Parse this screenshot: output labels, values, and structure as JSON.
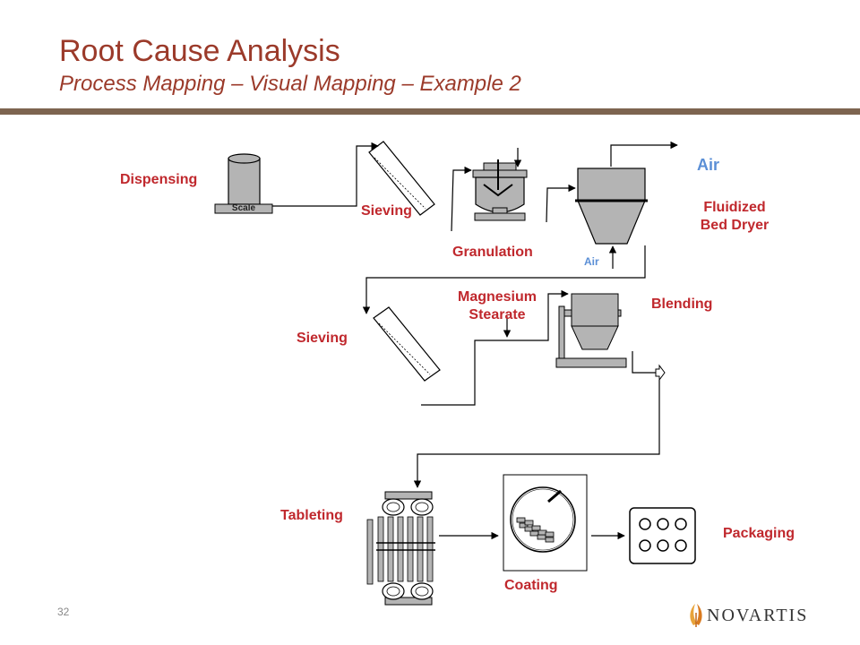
{
  "header": {
    "title": "Root Cause Analysis",
    "subtitle": "Process Mapping – Visual Mapping – Example 2"
  },
  "steps": {
    "dispensing": "Dispensing",
    "scale": "Scale",
    "sieving_1": "Sieving",
    "granulation": "Granulation",
    "air_top": "Air",
    "fluidized_line1": "Fluidized",
    "fluidized_line2": "Bed Dryer",
    "air_bottom": "Air",
    "sieving_2": "Sieving",
    "magnesium_line1": "Magnesium",
    "magnesium_line2": "Stearate",
    "blending": "Blending",
    "tableting": "Tableting",
    "coating": "Coating",
    "packaging": "Packaging"
  },
  "footer": {
    "page_number": "32",
    "logo": "NOVARTIS"
  },
  "colors": {
    "title": "#9b3a2a",
    "label": "#c0282d",
    "air": "#5b8fd6",
    "rule": "#7d6450",
    "equipment": "#b4b4b4"
  }
}
